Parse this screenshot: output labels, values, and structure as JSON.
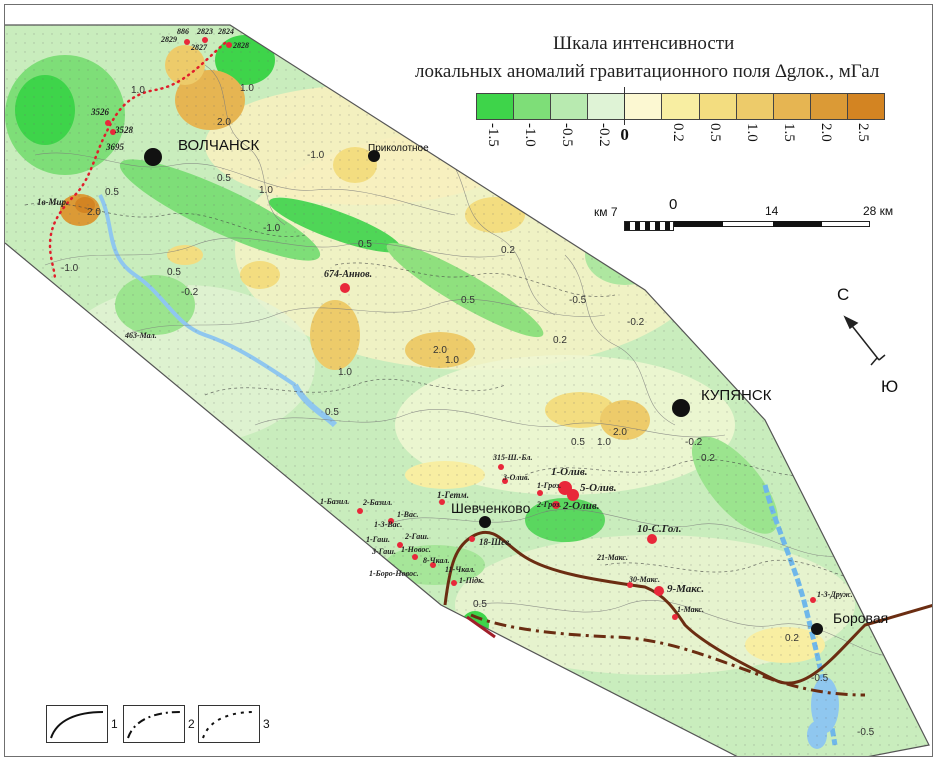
{
  "legend": {
    "title_line1": "Шкала интенсивности",
    "title_line2": "локальных аномалий гравитационного поля ∆gлок., мГал",
    "scale": [
      {
        "label": "-1.5",
        "color": "#3ed44a"
      },
      {
        "label": "-1.0",
        "color": "#7ede78"
      },
      {
        "label": "-0.5",
        "color": "#b8eab0"
      },
      {
        "label": "-0.2",
        "color": "#dff3d6"
      },
      {
        "label": "0",
        "color": "#fcf8d2"
      },
      {
        "label": "0.2",
        "color": "#f8eea2"
      },
      {
        "label": "0.5",
        "color": "#f3dd80"
      },
      {
        "label": "1.0",
        "color": "#edcb6a"
      },
      {
        "label": "1.5",
        "color": "#e6b552"
      },
      {
        "label": "2.0",
        "color": "#db9a36"
      },
      {
        "label": "2.5",
        "color": "#d38422"
      }
    ]
  },
  "scale_bar": {
    "unit_left": "км 7",
    "ticks": [
      "0",
      "14",
      "28 км"
    ]
  },
  "compass": {
    "north": "С",
    "south": "Ю"
  },
  "cities": {
    "volchansk": "ВОЛЧАНСК",
    "prikolotnoe": "Приколотное",
    "kupyansk": "КУПЯНСК",
    "shevchenkovo": "Шевченково",
    "borovaya": "Боровая"
  },
  "wells": {
    "w2824": "2824",
    "w886": "886",
    "w2823": "2823",
    "w2827": "2827",
    "w2829": "2829",
    "w2828": "2828",
    "w3526": "3526",
    "w3528": "3528",
    "w3695": "3695",
    "w1vmir": "1в-Мир.",
    "w674": "674-Аннов.",
    "w463": "463-Мал.",
    "w315": "315-Ш.-Бл.",
    "w3olv": "3-Олив.",
    "w1oliv": "1-Олив.",
    "w5oliv": "5-Олив.",
    "w1groz": "1-Гроз.",
    "w2groz": "2-Гроз.",
    "w2oliv": "2-Олив.",
    "w1getm": "1-Гетм.",
    "w1bazil": "1-Базил.",
    "w2bazil": "2-Базил.",
    "w1vas": "1-Вас.",
    "w13vas": "1-3-Вас.",
    "w1gash": "1-Гаш.",
    "w2gash": "2-Гаш.",
    "w3gash": "3-Гаш.",
    "w1novos": "1-Новос.",
    "w8chkal": "8-Чкал.",
    "w11chkal": "11-Чкал.",
    "w1bornov": "1-Боро-Новос.",
    "w1pidk": "1-Підк.",
    "w18shev": "18-Шев.",
    "w10sgol": "10-С.Гол.",
    "w21maks": "21-Макс.",
    "w30maks": "30-Макс.",
    "w9maks": "9-Макс.",
    "w1maks": "1-Макс.",
    "w13druzh": "1-3-Друж."
  },
  "contours": [
    "1.0",
    "2.0",
    "0.5",
    "1.0",
    "-1.0",
    "1.0",
    "0.5",
    "2.0",
    "0.5",
    "-1.0",
    "-0.2",
    "0.5",
    "2.0",
    "1.0",
    "0.2",
    "0.5",
    "1.0",
    "2.0",
    "1.0",
    "-0.5",
    "0.2",
    "-0.2",
    "0.5",
    "-0.2",
    "0.2",
    "-0.5",
    "0.5",
    "0.2",
    "-0.5",
    "-1.0",
    "0.5"
  ],
  "bottom_legend": [
    "1",
    "2",
    "3"
  ],
  "colors": {
    "green_strong": "#3ed44a",
    "green_mid": "#8fe07e",
    "green_light": "#c6ecbb",
    "yellow_light": "#f9f1b8",
    "orange": "#e4b04f",
    "water": "#8fc7ef",
    "boundary_red": "#e01f2c",
    "fault_brown": "#6b2d12",
    "well_red": "#e8283a"
  }
}
